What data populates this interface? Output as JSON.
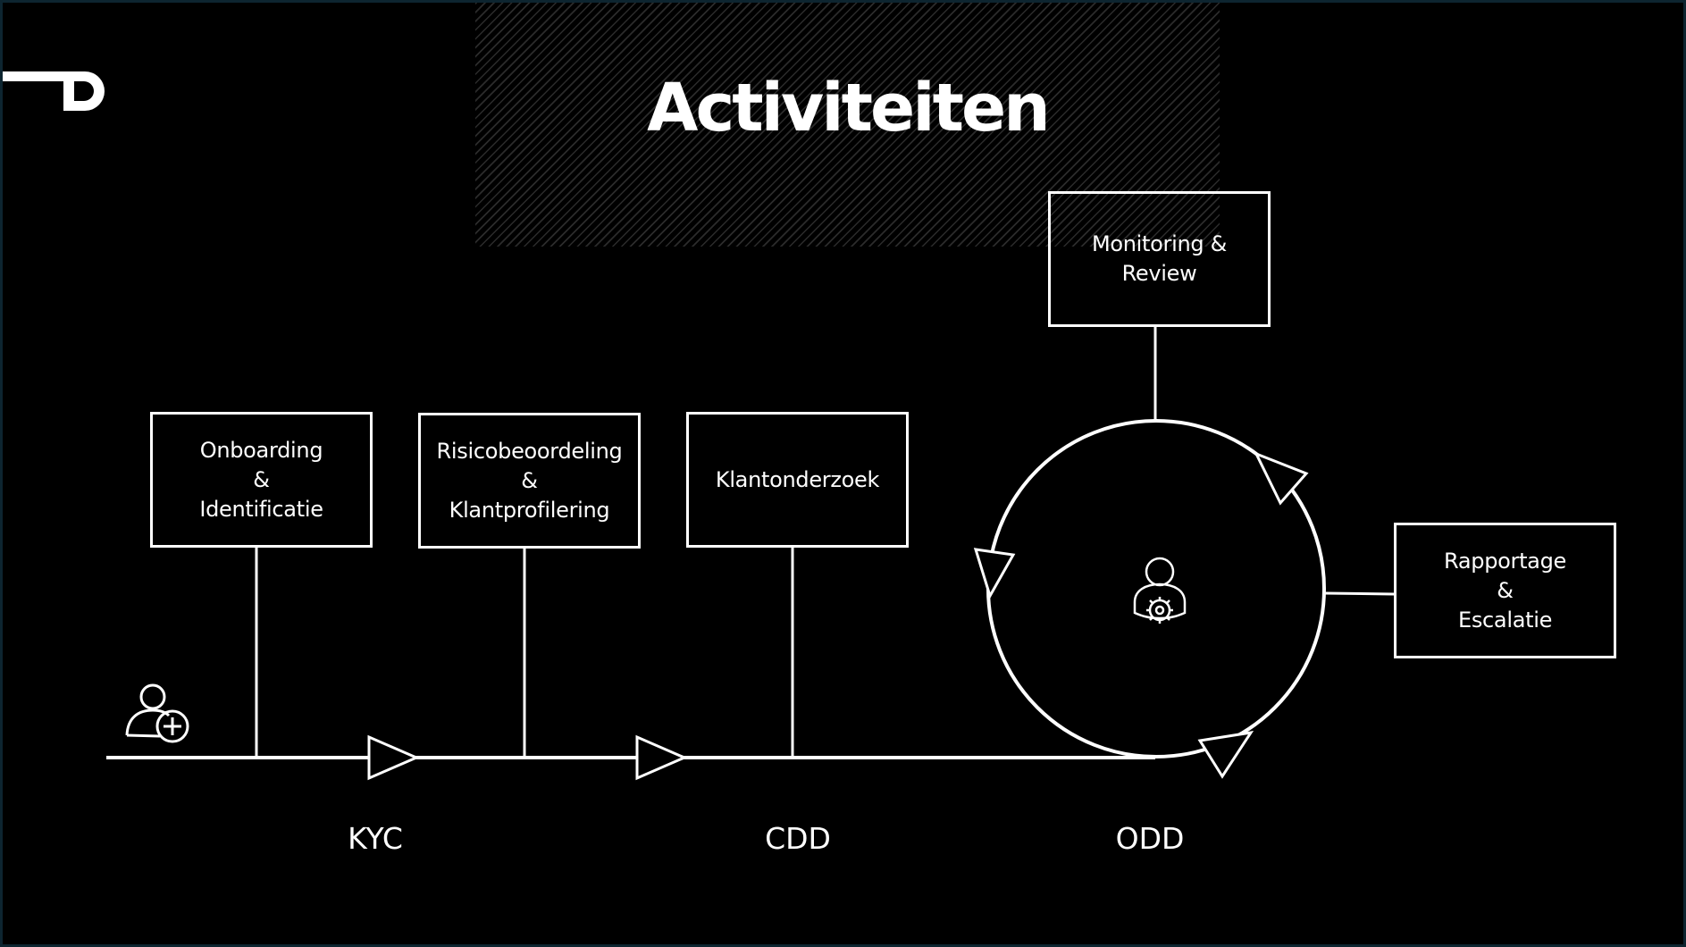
{
  "slide": {
    "title": "Activiteiten",
    "boxes": {
      "onboarding": "Onboarding\n&\nIdentificatie",
      "risico": "Risicobeoordeling\n&\nKlantprofilering",
      "klantonderzoek": "Klantonderzoek",
      "monitoring": "Monitoring &\nReview",
      "rapportage": "Rapportage\n&\nEscalatie"
    },
    "phases": {
      "kyc": "KYC",
      "cdd": "CDD",
      "odd": "ODD"
    },
    "icons": {
      "logo": "brand-logo-icon",
      "add_user": "add-user-icon",
      "user_settings": "user-settings-icon",
      "arrow": "triangle-arrow-icon"
    },
    "colors": {
      "background": "#000000",
      "foreground": "#ffffff",
      "frame": "#0d2530"
    }
  }
}
